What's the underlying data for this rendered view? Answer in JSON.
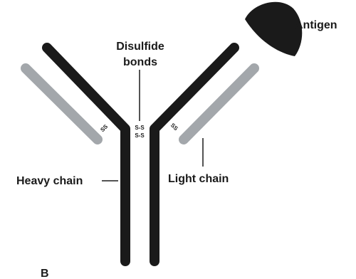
{
  "labels": {
    "antigen": "Antigen",
    "disulfide_line1": "Disulfide",
    "disulfide_line2": "bonds",
    "heavy_chain": "Heavy chain",
    "light_chain": "Light chain",
    "panel_letter": "B",
    "bond_symbol": "S-S",
    "bond_symbol_short": "SS"
  },
  "colors": {
    "heavy_chain": "#1a1a1a",
    "light_chain": "#a3a7ab",
    "antigen": "#1a1a1a",
    "text": "#1a1a1a"
  }
}
